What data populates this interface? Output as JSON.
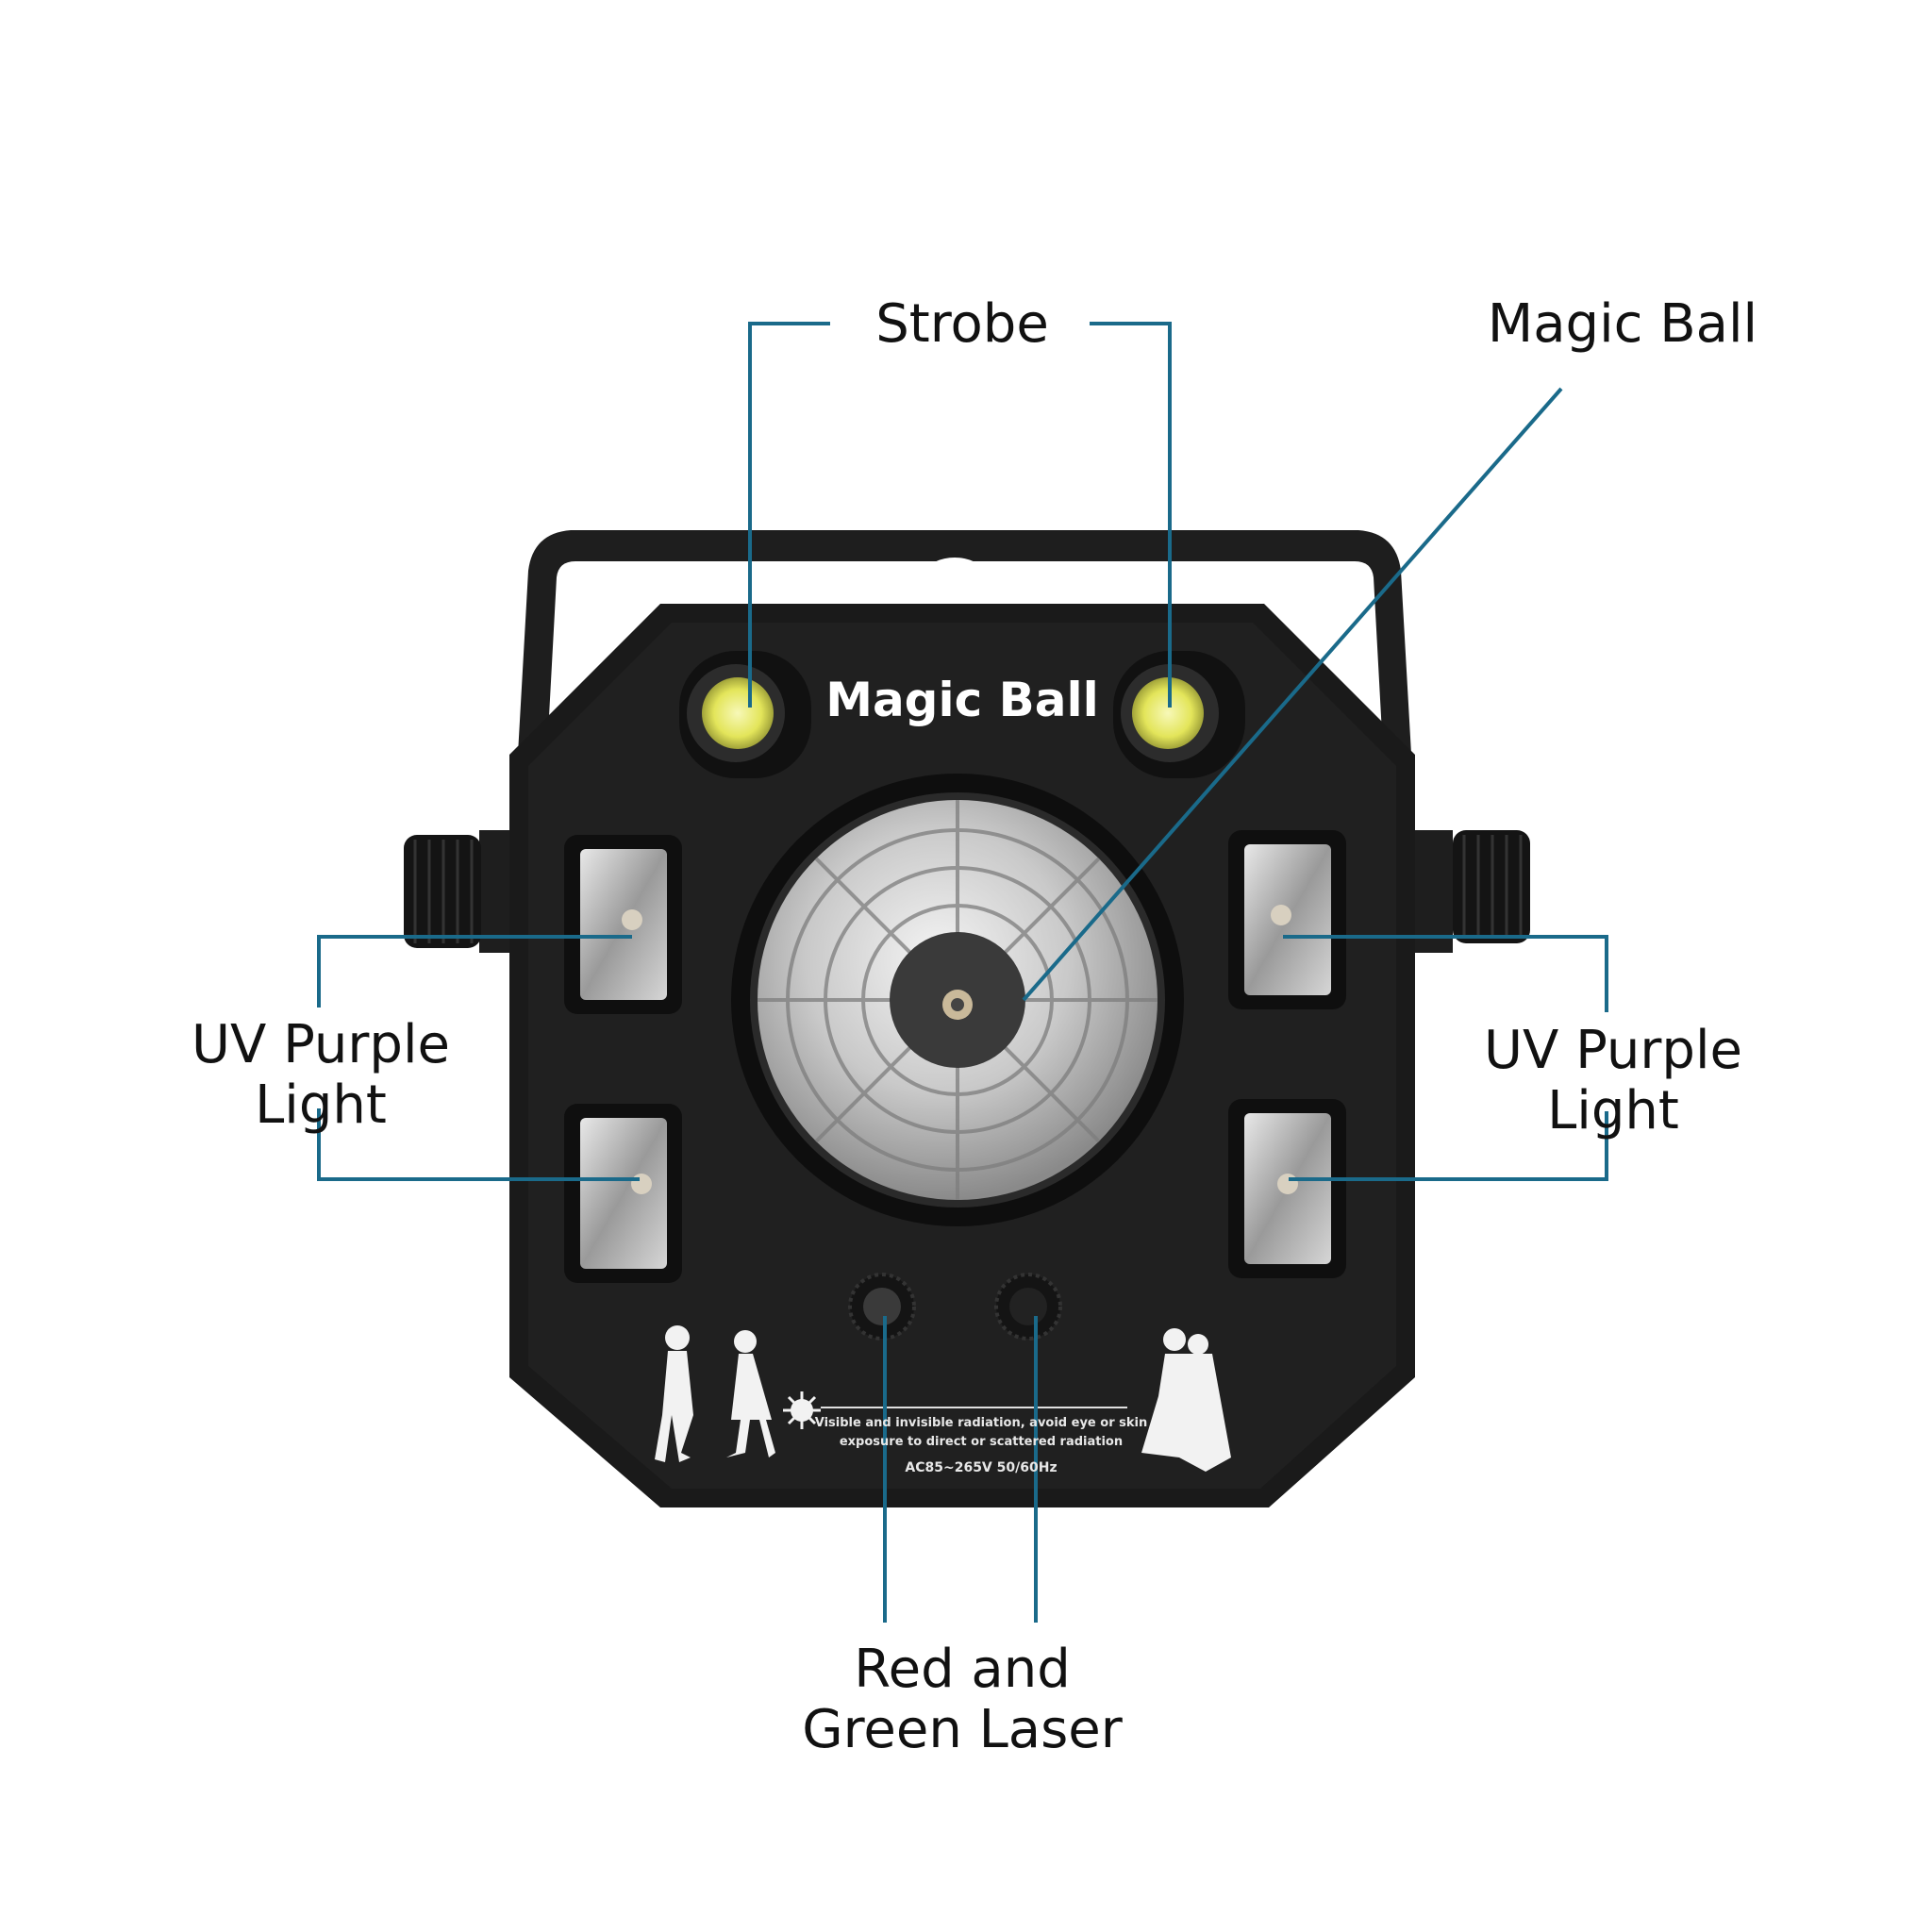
{
  "device": {
    "panel_title": "Magic Ball",
    "warning_line1": "Visible and invisible radiation, avoid eye or skin",
    "warning_line2": "exposure to direct or scattered radiation",
    "rating": "AC85~265V 50/60Hz"
  },
  "callouts": {
    "strobe": "Strobe",
    "magic_ball": "Magic Ball",
    "uv_left_line1": "UV Purple",
    "uv_left_line2": "Light",
    "uv_right_line1": "UV Purple",
    "uv_right_line2": "Light",
    "laser_line1": "Red and",
    "laser_line2": "Green Laser"
  },
  "colors": {
    "leader_line": "#1a6a8a",
    "body": "#1b1b1b",
    "strobe_led": "#e6e85a"
  }
}
